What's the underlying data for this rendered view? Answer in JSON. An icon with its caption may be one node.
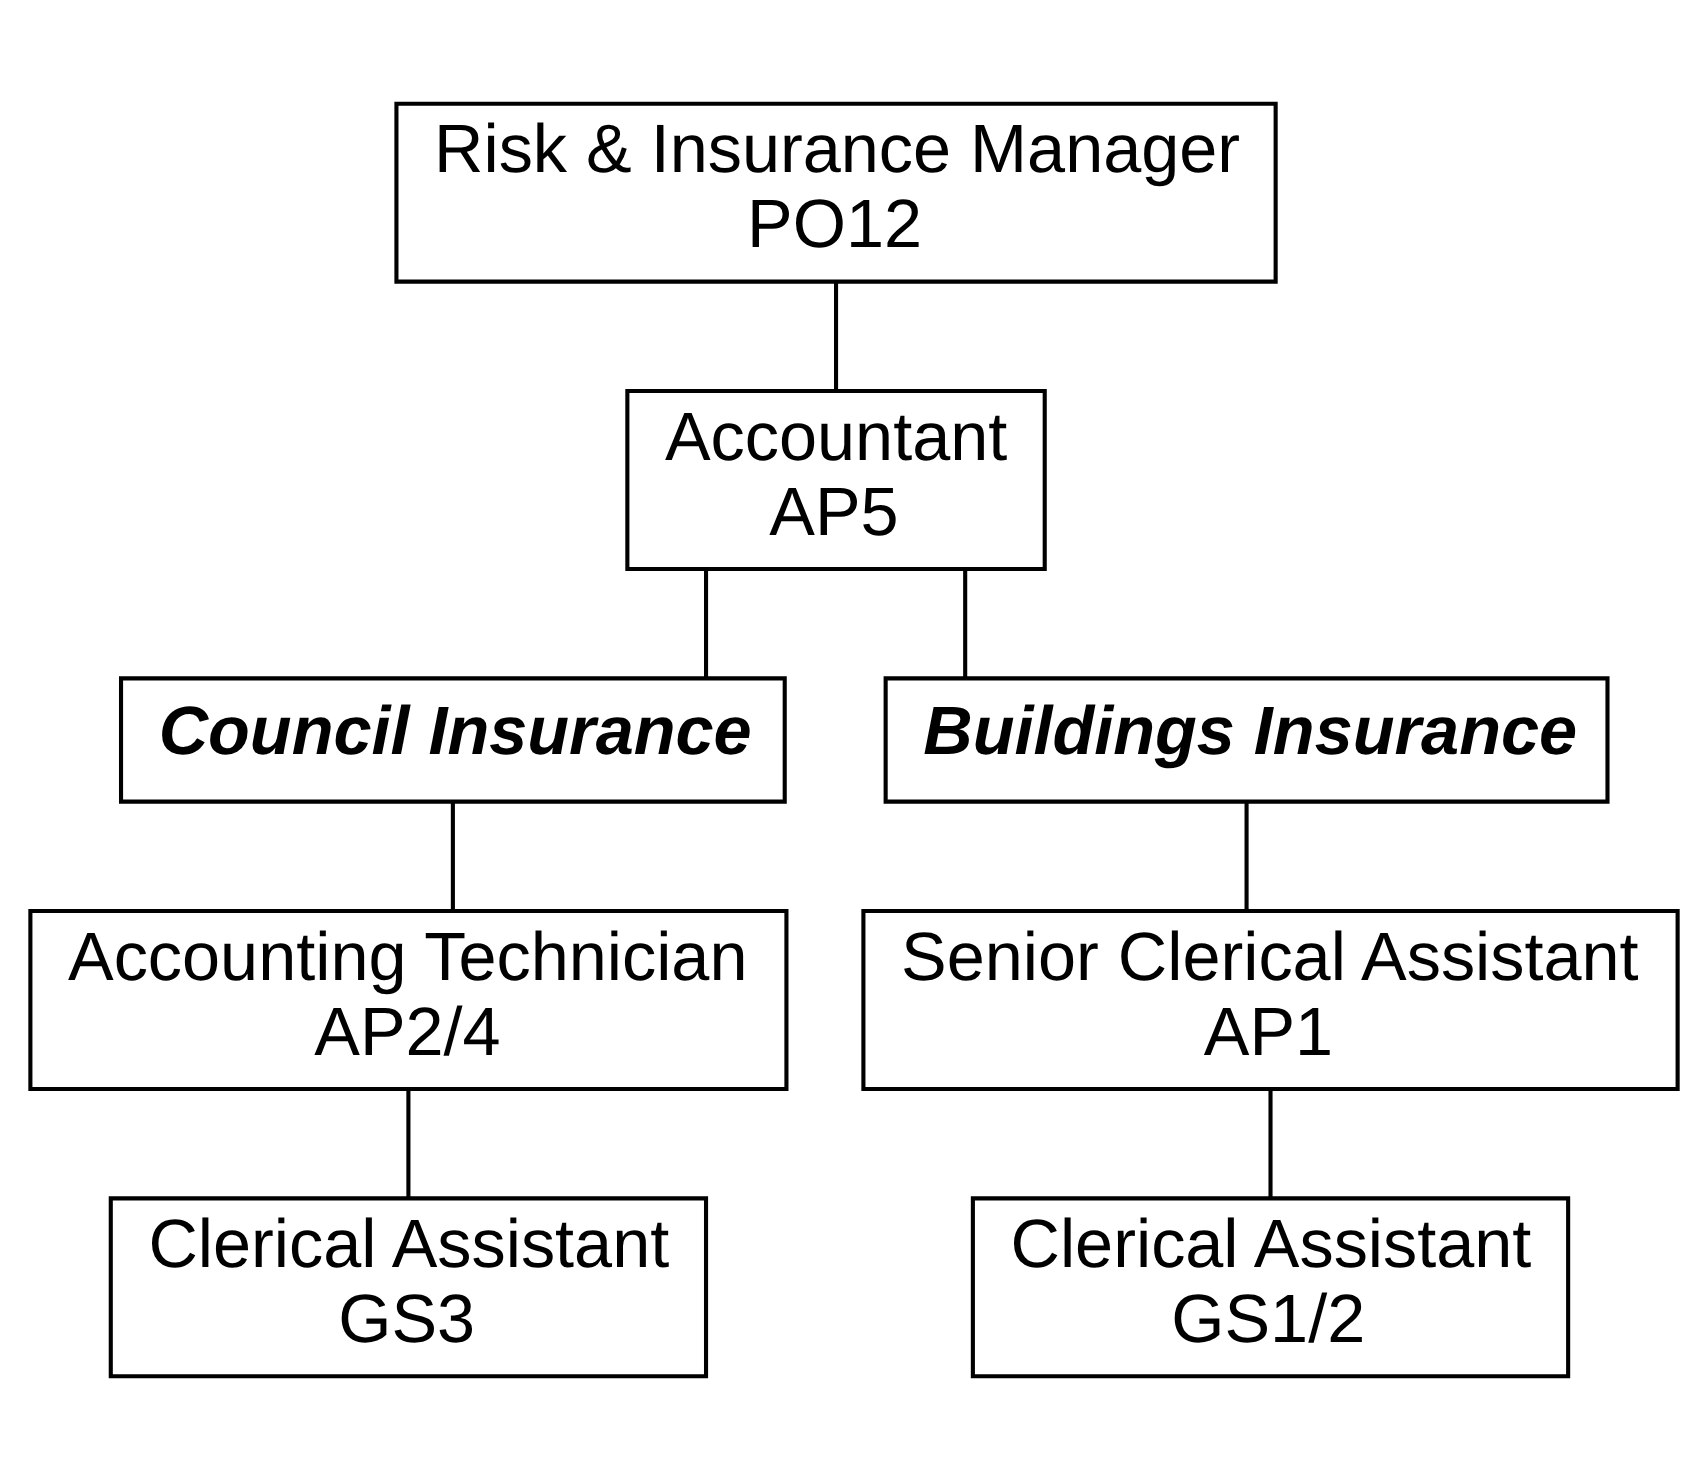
{
  "diagram": {
    "nodes": [
      {
        "text": [
          "Risk & Insurance Manager",
          "PO12"
        ]
      },
      {
        "text": [
          "Accountant",
          "AP5"
        ]
      },
      {
        "text": [
          "Council Insurance"
        ]
      },
      {
        "text": [
          "Buildings Insurance"
        ]
      },
      {
        "text": [
          "Accounting Technician",
          "AP2/4"
        ]
      },
      {
        "text": [
          "Senior Clerical Assistant",
          "AP1"
        ]
      },
      {
        "text": [
          "Clerical Assistant",
          "GS3"
        ]
      },
      {
        "text": [
          "Clerical Assistant",
          "GS1/2"
        ]
      }
    ],
    "edges": [
      {
        "from": 0,
        "to": 1,
        "arrow": "none"
      },
      {
        "from": 1,
        "to": 2,
        "arrow": "none"
      },
      {
        "from": 1,
        "to": 3,
        "arrow": "none"
      },
      {
        "from": 2,
        "to": 4,
        "arrow": "none"
      },
      {
        "from": 3,
        "to": 5,
        "arrow": "none"
      },
      {
        "from": 4,
        "to": 6,
        "arrow": "none"
      },
      {
        "from": 5,
        "to": 7,
        "arrow": "none"
      }
    ]
  }
}
